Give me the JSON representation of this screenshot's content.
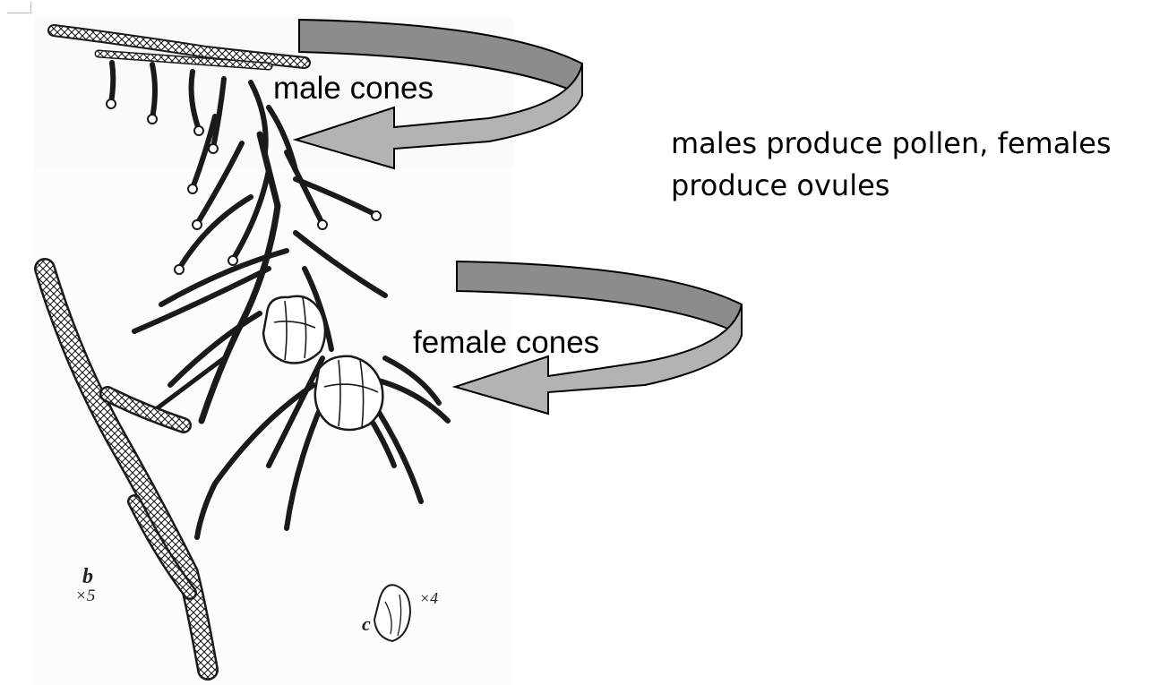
{
  "labels": {
    "male_cones": "male cones",
    "female_cones": "female cones"
  },
  "annotation": {
    "text": "males produce pollen, females produce ovules"
  },
  "plate_markers": {
    "b_letter": "b",
    "b_scale": "×5",
    "c_letter": "c",
    "c_scale": "×4"
  },
  "colors": {
    "arrow_top": "#8c8c8c",
    "arrow_bottom": "#b3b3b3",
    "arrow_outline": "#000000",
    "drawing_ink": "#1a1a1a",
    "background": "#ffffff"
  },
  "icons": {
    "male_arrow": "curved-arrow-left-icon",
    "female_arrow": "curved-arrow-left-icon"
  }
}
